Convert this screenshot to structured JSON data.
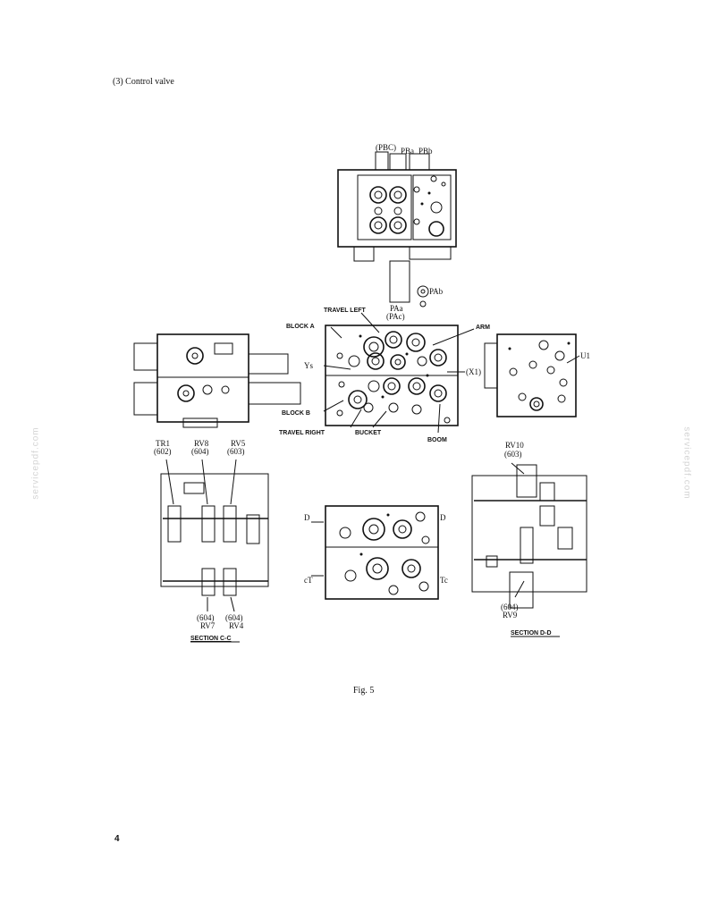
{
  "header": {
    "title": "(3) Control valve"
  },
  "figure": {
    "caption": "Fig. 5"
  },
  "page": {
    "number": "4"
  },
  "watermark": {
    "text": "servicepdf.com"
  },
  "top_view": {
    "labels": {
      "pbc": "(PBC)",
      "pba": "PBa",
      "pbb": "PBb",
      "pab": "PAb",
      "paa": "PAa",
      "pac": "(PAc)"
    }
  },
  "main_view": {
    "labels": {
      "travel_left": "TRAVEL LEFT",
      "block_a": "BLOCK A",
      "arm": "ARM",
      "ys": "Ys",
      "x1": "(X1)",
      "block_b": "BLOCK B",
      "travel_right": "TRAVEL RIGHT",
      "bucket": "BUCKET",
      "boom": "BOOM"
    }
  },
  "right_view": {
    "labels": {
      "u1": "U1"
    }
  },
  "section_cc": {
    "title": "SECTION C-C",
    "labels": {
      "tr1": "TR1",
      "tr1_num": "(602)",
      "rv8": "RV8",
      "rv8_num": "(604)",
      "rv5": "RV5",
      "rv5_num": "(603)",
      "rv7_num": "(604)",
      "rv7": "RV7",
      "rv4_num": "(604)",
      "rv4": "RV4"
    }
  },
  "bottom_view": {
    "labels": {
      "d_left": "D",
      "d_right": "D",
      "c_left": "cT",
      "c_right": "Tc"
    }
  },
  "section_dd": {
    "title": "SECTION D-D",
    "labels": {
      "rv10": "RV10",
      "rv10_num": "(603)",
      "rv9_num": "(604)",
      "rv9": "RV9"
    }
  }
}
